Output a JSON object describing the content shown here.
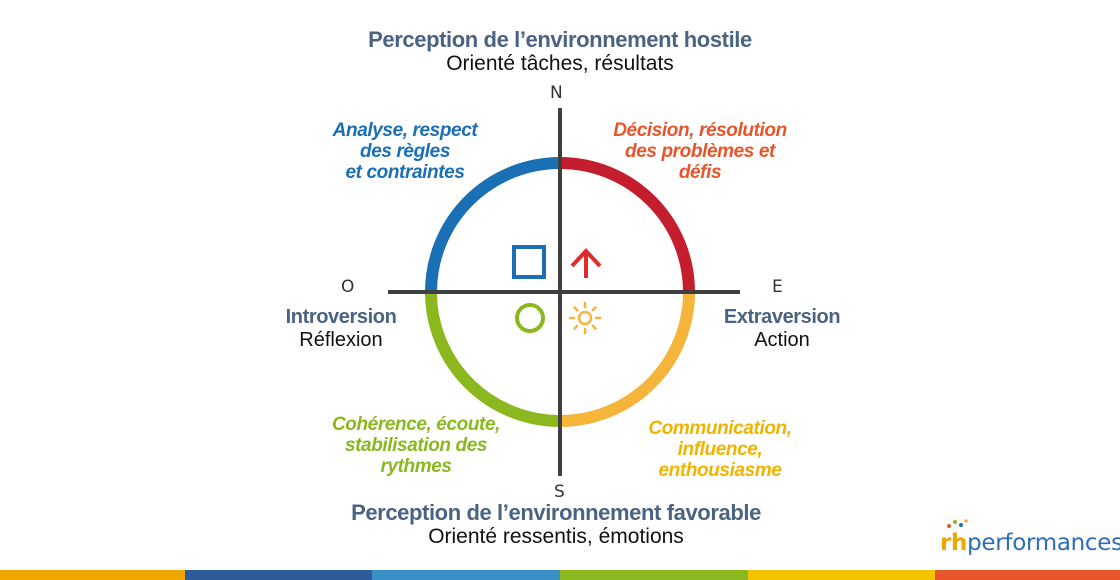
{
  "top": {
    "heading": "Perception de l’environnement hostile",
    "sub": "Orienté tâches, résultats"
  },
  "bottom": {
    "heading": "Perception de l’environnement favorable",
    "sub": "Orienté ressentis, émotions"
  },
  "left": {
    "heading": "Introversion",
    "sub": "Réflexion"
  },
  "right": {
    "heading": "Extraversion",
    "sub": "Action"
  },
  "compass": {
    "n": "N",
    "s": "S",
    "e": "E",
    "o": "O"
  },
  "quadrants": {
    "top_left": [
      "Analyse, respect",
      "des règles",
      "et contraintes"
    ],
    "top_right": [
      "Décision, résolution",
      "des problèmes et",
      "défis"
    ],
    "bottom_left": [
      "Cohérence, écoute,",
      "stabilisation des",
      "rythmes"
    ],
    "bottom_right": [
      "Communication,",
      "influence,",
      "enthousiasme"
    ]
  },
  "logo": {
    "rh": "rh",
    "text": "performances"
  },
  "colors": {
    "blue": "#1a6fb5",
    "red": "#c41e2e",
    "green": "#8ab81e",
    "yellow": "#f5b53a",
    "heading": "#4a6382"
  },
  "icons": {
    "top_left": "square-icon",
    "top_right": "arrow-up-icon",
    "bottom_left": "circle-icon",
    "bottom_right": "sun-icon"
  }
}
